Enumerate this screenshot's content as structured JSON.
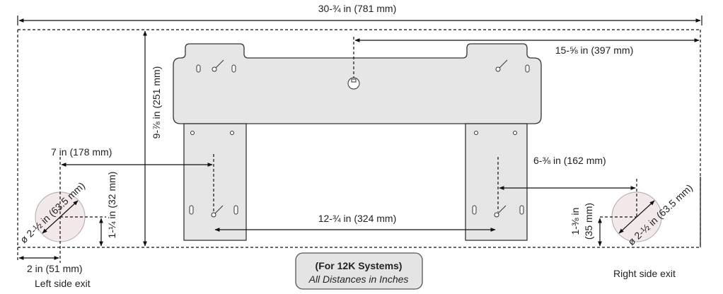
{
  "dimensions": {
    "overall_width": "30-¾ in (781 mm)",
    "overall_height": "9-⅞ in (251 mm)",
    "keyhole_to_right": "15-⅝ in (397 mm)",
    "left_exit_to_left_leg": "7 in (178 mm)",
    "right_leg_to_right_exit": "6-⅜ in (162 mm)",
    "leg_spacing": "12-¾ in (324 mm)",
    "left_exit_diameter": "ø 2-½ in (63.5 mm)",
    "right_exit_diameter": "ø 2-½ in (63.5 mm)",
    "left_exit_height": "1-¼ in (32 mm)",
    "right_exit_height_in": "1-⅜ in",
    "right_exit_height_mm": "(35 mm)",
    "left_exit_offset": "2 in (51 mm)"
  },
  "labels": {
    "left_exit": "Left side exit",
    "right_exit": "Right side exit"
  },
  "note": {
    "title": "(For 12K Systems)",
    "subtitle": "All Distances in Inches"
  }
}
